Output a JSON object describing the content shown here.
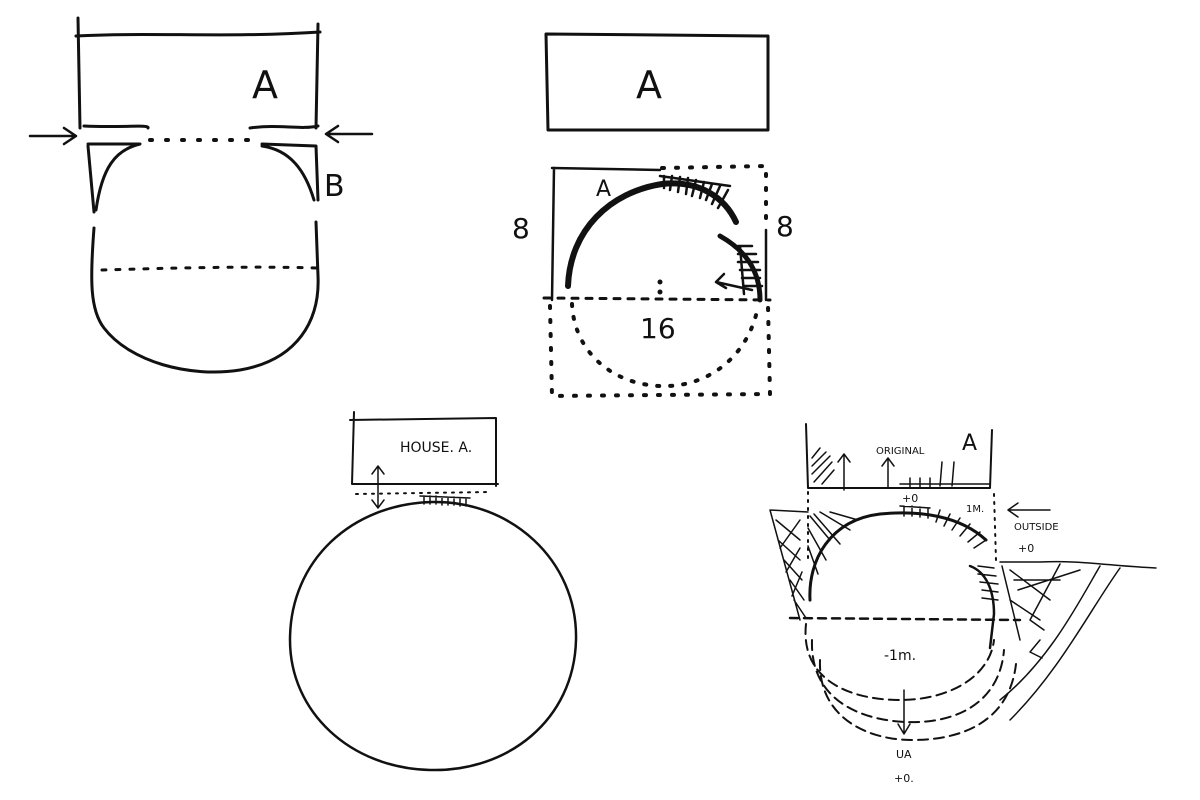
{
  "ink_color": "#111111",
  "paper_color": "#ffffff",
  "sketch1": {
    "house_label": "A",
    "gap_label": "B"
  },
  "sketch2": {
    "house_label": "A",
    "inner_label": "A",
    "left_dim": "8",
    "right_dim": "8",
    "bottom_dim": "16"
  },
  "sketch3": {
    "house_label": "HOUSE. A."
  },
  "sketch4": {
    "top_label": "ORIGINAL",
    "house_label": "A",
    "level_top": "+0",
    "level_1m": "1M.",
    "outside_label": "OUTSIDE",
    "outside_level": "+0",
    "inner_level": "-1m.",
    "bottom_label": "UA",
    "bottom_level": "+0."
  }
}
